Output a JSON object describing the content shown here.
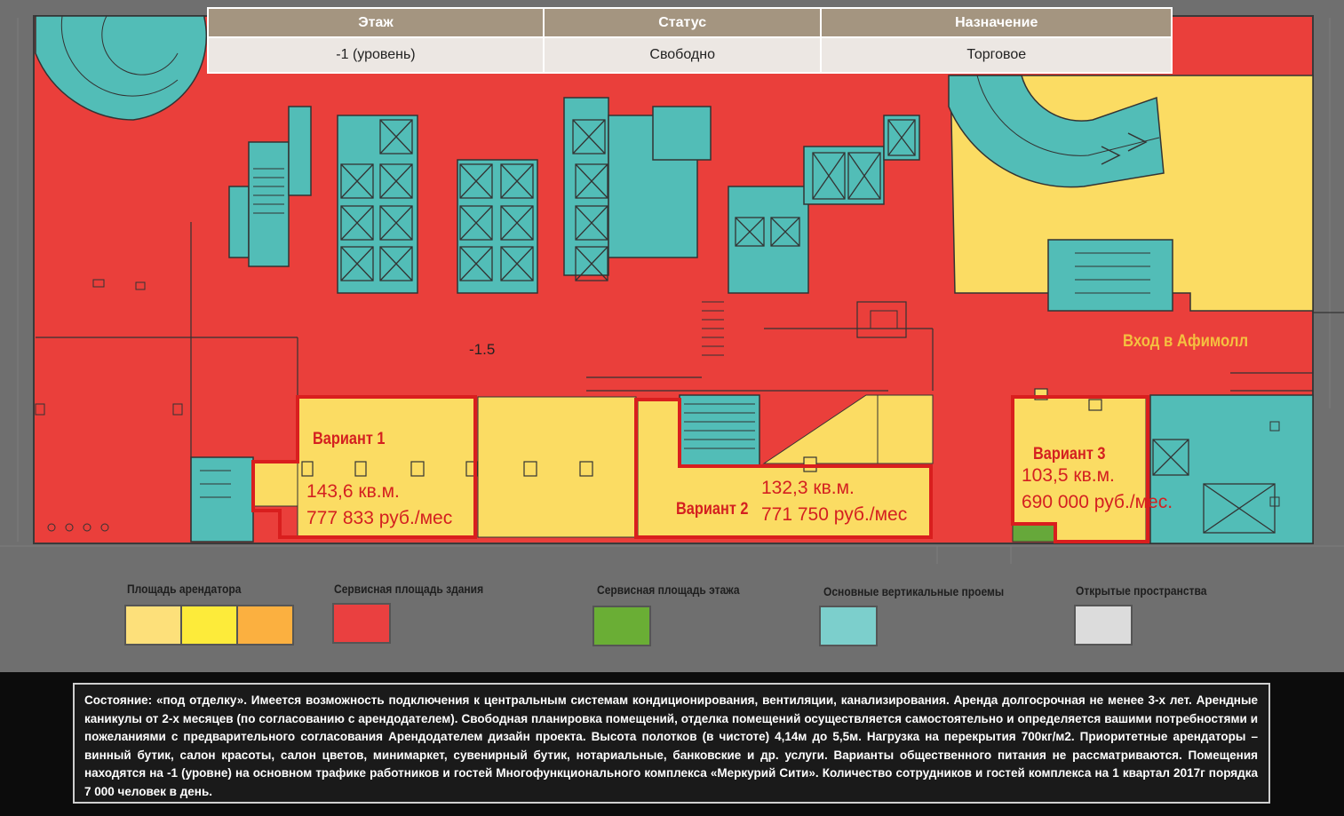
{
  "table": {
    "headers": [
      "Этаж",
      "Статус",
      "Назначение"
    ],
    "row": [
      "-1 (уровень)",
      "Свободно",
      "Торговое"
    ]
  },
  "map": {
    "level_mark": "-1.5",
    "entrance_label": "Вход в Афимолл",
    "variants": [
      {
        "title": "Вариант 1",
        "area": "143,6 кв.м.",
        "price": "777 833 руб./мес"
      },
      {
        "title": "Вариант 2",
        "area": "132,3 кв.м.",
        "price": "771 750 руб./мес"
      },
      {
        "title": "Вариант 3",
        "area": "103,5 кв.м.",
        "price": "690 000 руб./мес."
      }
    ]
  },
  "legend": [
    {
      "label": "Площадь арендатора",
      "colors": [
        "#fde07a",
        "#fdeb3a",
        "#fbb040"
      ]
    },
    {
      "label": "Сервисная площадь здания",
      "colors": [
        "#ea4040"
      ]
    },
    {
      "label": "Сервисная площадь этажа",
      "colors": [
        "#6aae35"
      ]
    },
    {
      "label": "Основные вертикальные проемы",
      "colors": [
        "#7ccfcc"
      ]
    },
    {
      "label": "Открытые пространства",
      "colors": [
        "#dcdcdc"
      ]
    }
  ],
  "colors": {
    "service_building": "#ea3f3b",
    "tenant": "#fbdc63",
    "vertical": "#52bdb7",
    "service_floor": "#66a83a",
    "variant_border": "#d91e1e"
  },
  "description": "Состояние: «под отделку». Имеется возможность подключения к центральным системам кондиционирования, вентиляции, канализирования. Аренда долгосрочная не менее 3-х лет. Арендные каникулы от 2-х месяцев (по согласованию с арендодателем). Свободная планировка помещений, отделка помещений осуществляется самостоятельно и определяется вашими потребностями и пожеланиями с предварительного согласования Арендодателем дизайн проекта. Высота полотков (в чистоте) 4,14м до 5,5м. Нагрузка на перекрытия 700кг/м2. Приоритетные арендаторы – винный бутик, салон красоты, салон цветов, минимаркет, сувенирный бутик, нотариальные, банковские и др. услуги. Варианты общественного питания не рассматриваются.    Помещения находятся на -1 (уровне) на основном трафике работников и гостей Многофункционального комплекса «Меркурий Сити». Количество сотрудников и гостей комплекса на 1 квартал 2017г порядка 7 000 человек в день."
}
